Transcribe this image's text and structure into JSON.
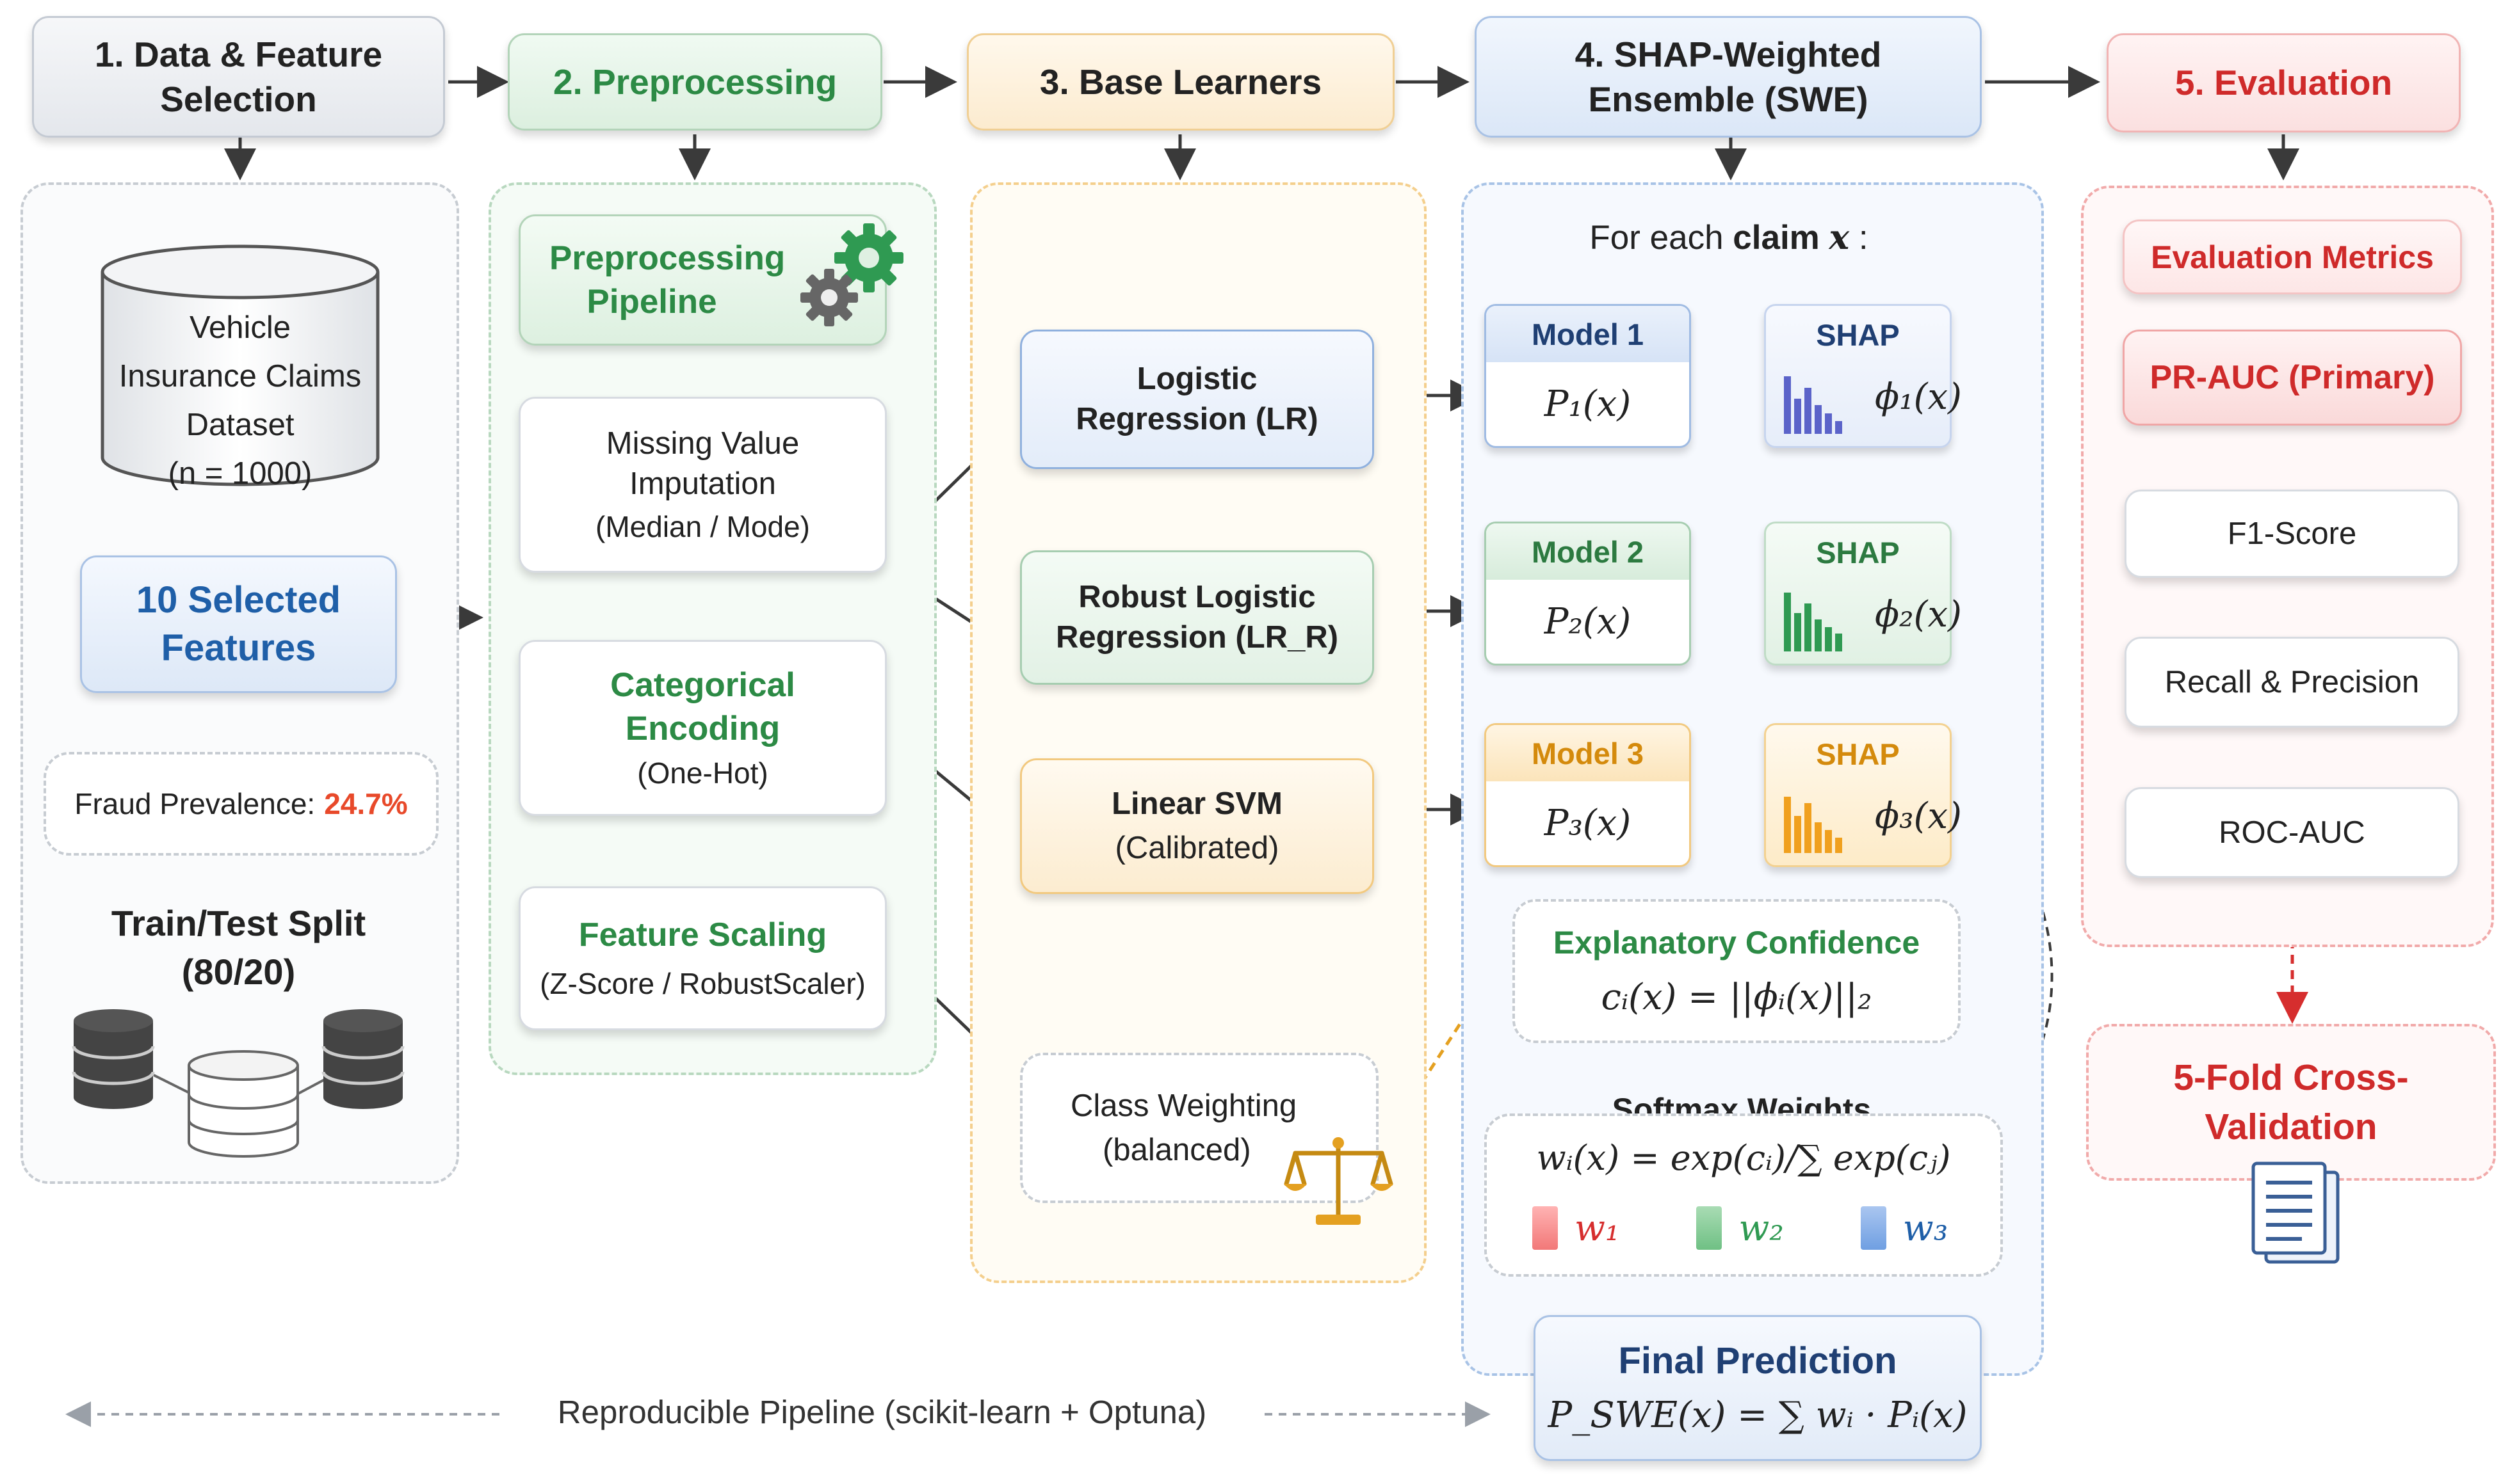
{
  "header": {
    "step1": "1. Data & Feature Selection",
    "step2": "2. Preprocessing",
    "step3": "3. Base Learners",
    "step4": "4. SHAP-Weighted Ensemble (SWE)",
    "step5": "5. Evaluation"
  },
  "data_panel": {
    "dataset": "Vehicle Insurance Claims Dataset",
    "dataset_n": "(n = 1000)",
    "selected_features": "10 Selected Features",
    "fraud_label": "Fraud Prevalence:",
    "fraud_value": "24.7%",
    "split_title": "Train/Test Split",
    "split_ratio": "(80/20)"
  },
  "preprocessing": {
    "pipeline": "Preprocessing Pipeline",
    "imputation": "Missing Value Imputation",
    "imputation_sub": "(Median / Mode)",
    "encoding": "Categorical Encoding",
    "encoding_sub": "(One-Hot)",
    "scaling": "Feature Scaling",
    "scaling_sub": "(Z-Score / RobustScaler)"
  },
  "learners": {
    "lr": "Logistic Regression (LR)",
    "lrr": "Robust Logistic Regression (LR_R)",
    "svm": "Linear SVM",
    "svm_sub": "(Calibrated)",
    "class_weighting": "Class Weighting",
    "class_weighting_sub": "(balanced)"
  },
  "swe": {
    "for_each_prefix": "For each ",
    "for_each_bold": "claim ",
    "for_each_var": "x",
    "for_each_suffix": " :",
    "models": [
      {
        "title": "Model 1",
        "prob": "P₁(x)",
        "shap": "SHAP",
        "phi": "ϕ₁(x)"
      },
      {
        "title": "Model 2",
        "prob": "P₂(x)",
        "shap": "SHAP",
        "phi": "ϕ₂(x)"
      },
      {
        "title": "Model 3",
        "prob": "P₃(x)",
        "shap": "SHAP",
        "phi": "ϕ₃(x)"
      }
    ],
    "confidence_title": "Explanatory Confidence",
    "confidence_formula": "cᵢ(x) = ||ϕᵢ(x)||₂",
    "softmax_title": "Softmax Weights",
    "softmax_formula": "wᵢ(x) = exp(cᵢ)/∑ exp(cⱼ)",
    "weights": [
      "w₁",
      "w₂",
      "w₃"
    ],
    "final_title": "Final Prediction",
    "final_formula": "P_SWE(x) = ∑ wᵢ · Pᵢ(x)"
  },
  "evaluation": {
    "metrics_title": "Evaluation Metrics",
    "primary": "PR-AUC (Primary)",
    "f1": "F1-Score",
    "recall": "Recall & Precision",
    "roc": "ROC-AUC",
    "cv": "5-Fold Cross-Validation"
  },
  "footer": "Reproducible Pipeline (scikit-learn + Optuna)",
  "colors": {
    "green": "#2c8a45",
    "blue": "#1f5fa8",
    "orange": "#e4a020",
    "red": "#cf2a2a",
    "model1": "#5b63c9",
    "model2": "#2f9a52",
    "model3": "#f0a01e"
  }
}
